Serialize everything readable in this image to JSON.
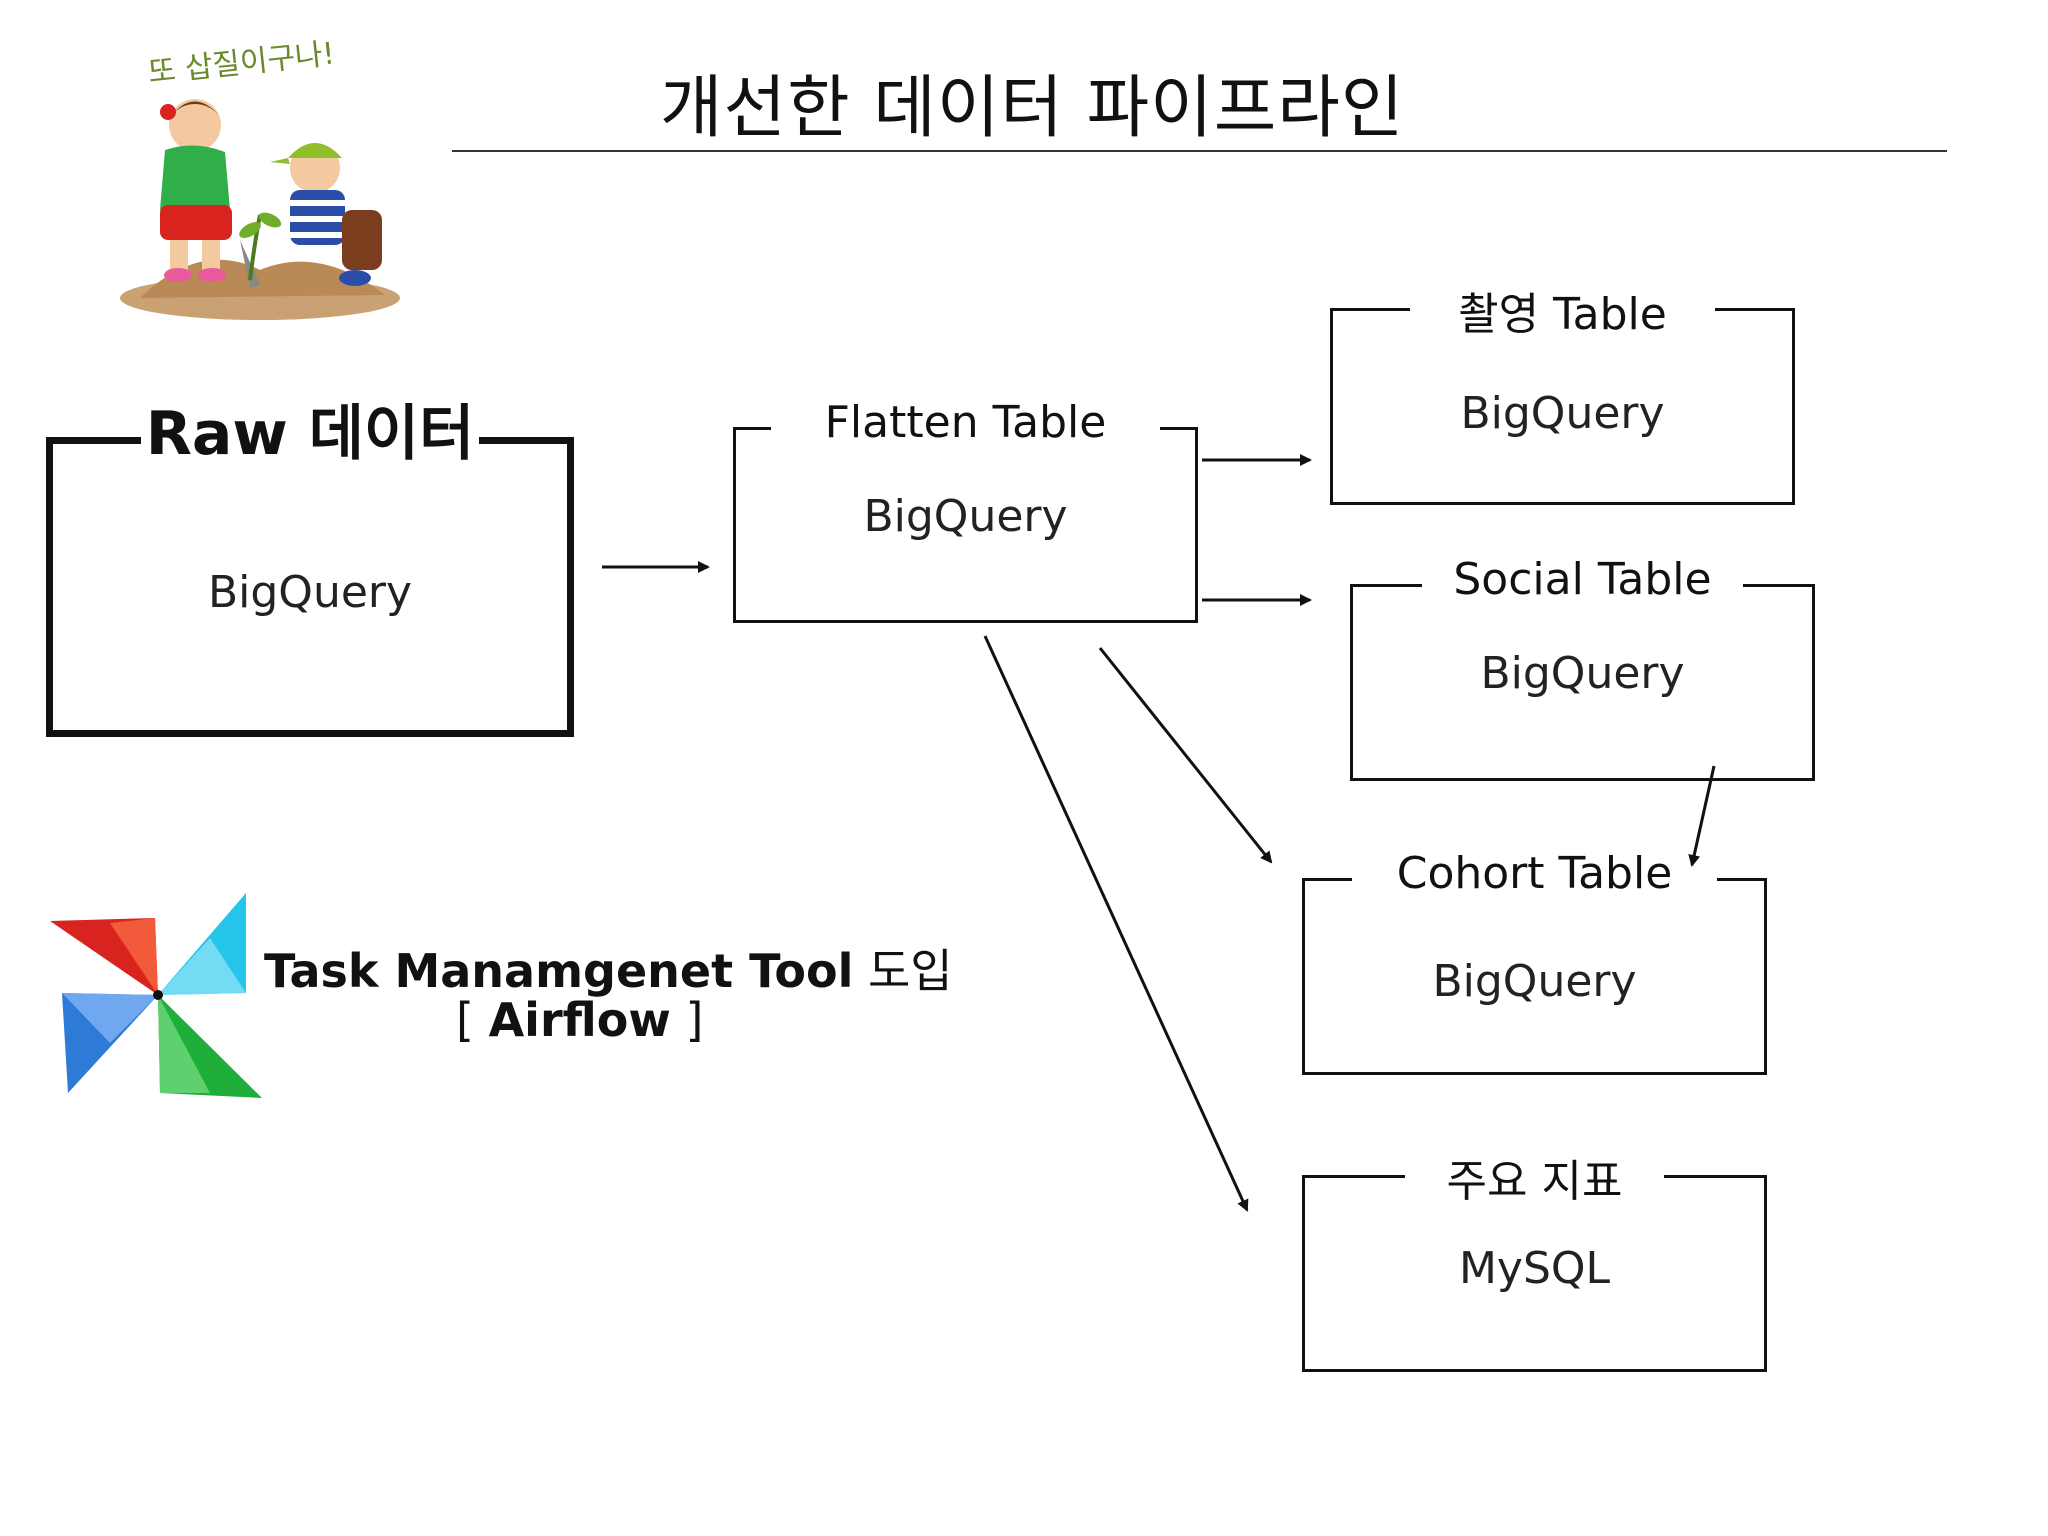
{
  "title": "개선한 데이터 파이프라인",
  "cartoon": {
    "caption": "또 삽질이구나!"
  },
  "nodes": {
    "raw": {
      "label": "Raw 데이터",
      "sub": "BigQuery"
    },
    "flatten": {
      "label": "Flatten Table",
      "sub": "BigQuery"
    },
    "shooting": {
      "label": "촬영 Table",
      "sub": "BigQuery"
    },
    "social": {
      "label": "Social Table",
      "sub": "BigQuery"
    },
    "cohort": {
      "label": "Cohort Table",
      "sub": "BigQuery"
    },
    "kpi": {
      "label": "주요 지표",
      "sub": "MySQL"
    }
  },
  "airflow": {
    "line1_bold": "Task Manamgenet Tool",
    "line1_rest": " 도입",
    "bracket_open": "[ ",
    "line2_bold": "Airflow",
    "bracket_close": " ]"
  },
  "colors": {
    "ink": "#111111",
    "red": "#d8231f",
    "blue": "#2e7bd7",
    "green": "#1fae3a",
    "cyan": "#25c4ea"
  }
}
